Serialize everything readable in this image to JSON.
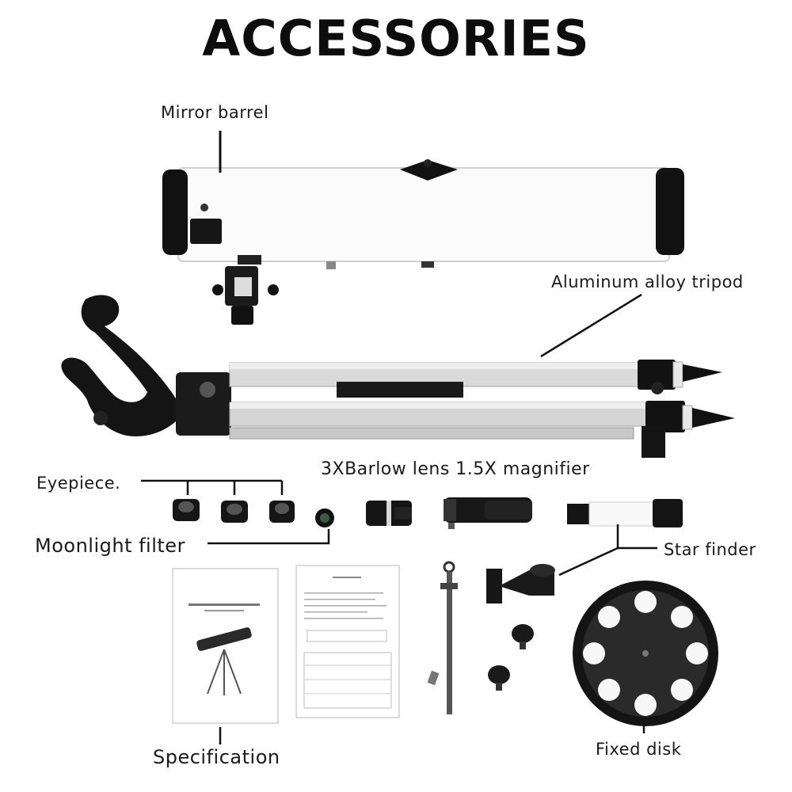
{
  "title": "ACCESSORIES",
  "labels": {
    "mirror_barrel": "Mirror barrel",
    "tripod": "Aluminum alloy tripod",
    "eyepiece": "Eyepiece.",
    "barlow": "3XBarlow lens 1.5X magnifier",
    "moonlight_filter": "Moonlight filter",
    "star_finder": "Star finder",
    "specification": "Specification",
    "fixed_disk": "Fixed disk"
  }
}
